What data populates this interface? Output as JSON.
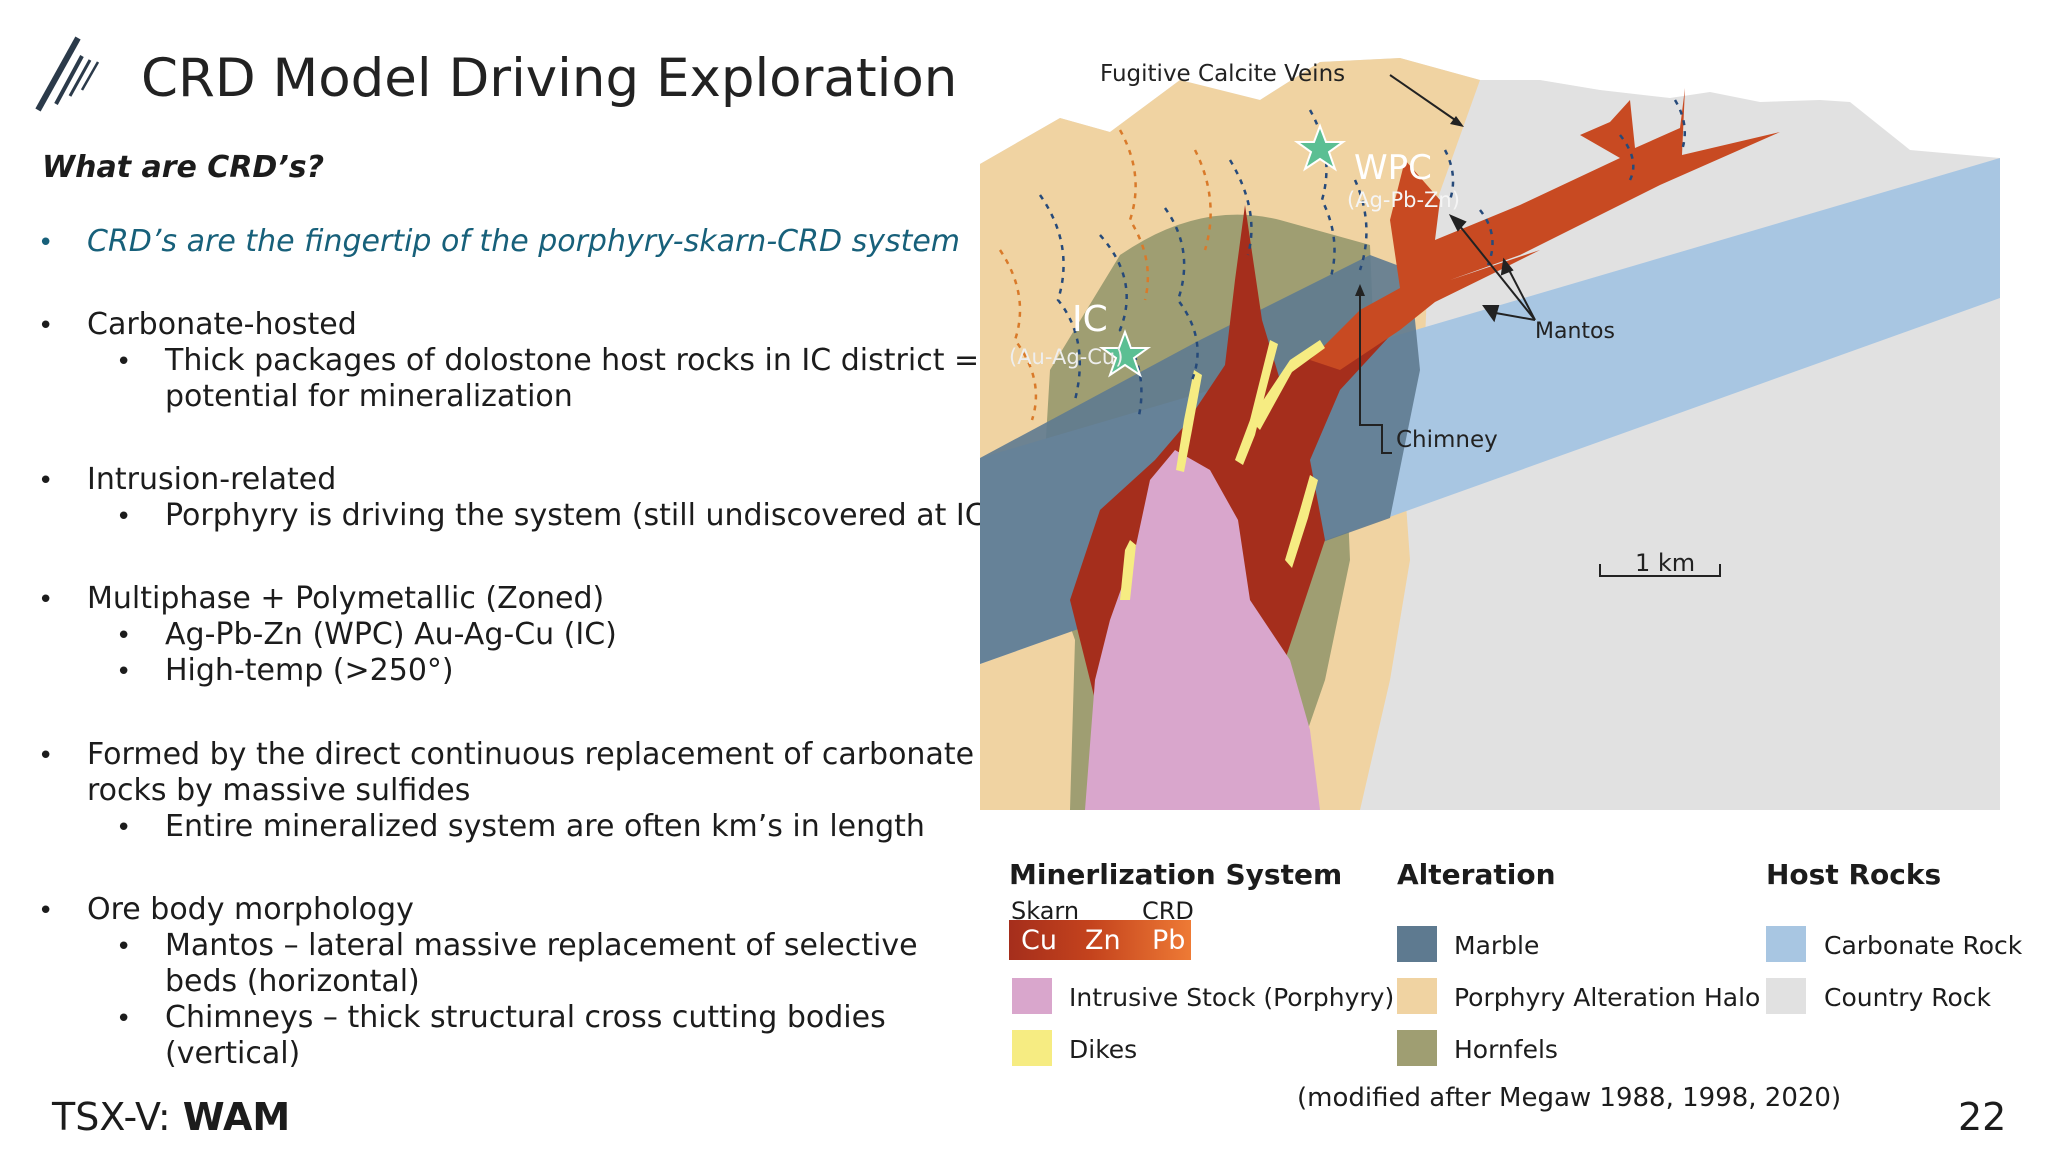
{
  "header": {
    "logo_icon": "diagonal-lines-logo",
    "title": "CRD Model Driving Exploration"
  },
  "content": {
    "question": "What are CRD’s?",
    "highlight": "CRD’s are the fingertip of the porphyry-skarn-CRD system",
    "b1": "Carbonate-hosted",
    "b1_s1_line1": "Thick packages of dolostone host rocks in IC district =",
    "b1_s1_line2": "potential for mineralization",
    "b2": "Intrusion-related",
    "b2_s1": "Porphyry is driving the system (still undiscovered at IC)",
    "b3": "Multiphase + Polymetallic (Zoned)",
    "b3_s1": "Ag-Pb-Zn (WPC) Au-Ag-Cu (IC)",
    "b3_s2": "High-temp (>250°)",
    "b4_line1": "Formed by the direct continuous replacement of carbonate",
    "b4_line2": "rocks by massive sulfides",
    "b4_s1": "Entire mineralized system are often km’s in length",
    "b5": "Ore body morphology",
    "b5_s1_line1": "Mantos – lateral massive replacement of selective",
    "b5_s1_line2": "beds (horizontal)",
    "b5_s2_line1": "Chimneys – thick structural cross cutting bodies",
    "b5_s2_line2": "(vertical)",
    "bullet_char": "•"
  },
  "diagram": {
    "label_veins": "Fugitive Calcite Veins",
    "label_ic": "IC",
    "label_ic_sub": "(Au-Ag-Cu)",
    "label_wpc": "WPC",
    "label_wpc_sub": "(Ag-Pb-Zn)",
    "label_mantos": "Mantos",
    "label_chimney": "Chimney",
    "label_scale": "1 km"
  },
  "legend": {
    "h_mineral": "Minerlization System",
    "h_alteration": "Alteration",
    "h_host": "Host Rocks",
    "skarn": "Skarn",
    "crd": "CRD",
    "cu": "Cu",
    "zn": "Zn",
    "pb": "Pb",
    "intrusive": "Intrusive Stock (Porphyry)",
    "dikes": "Dikes",
    "marble": "Marble",
    "halo": "Porphyry Alteration Halo",
    "hornfels": "Hornfels",
    "carbonate": "Carbonate Rock",
    "country": "Country Rock",
    "credit": "(modified after Megaw 1988, 1998, 2020)"
  },
  "footer": {
    "exchange": "TSX-V: ",
    "ticker": "WAM",
    "page_number": "22"
  },
  "colors": {
    "country_rock": "#e1e1e1",
    "halo": "#f0d3a2",
    "hornfels": "#9f9e72",
    "marble": "#5e7a90",
    "carbonate": "#a8c6e2",
    "skarn": "#a52e1c",
    "crd": "#c84a22",
    "intrusive": "#d9a6cc",
    "dikes": "#f6ec82",
    "star": "#5bbf93",
    "teal_text": "#17607a"
  }
}
